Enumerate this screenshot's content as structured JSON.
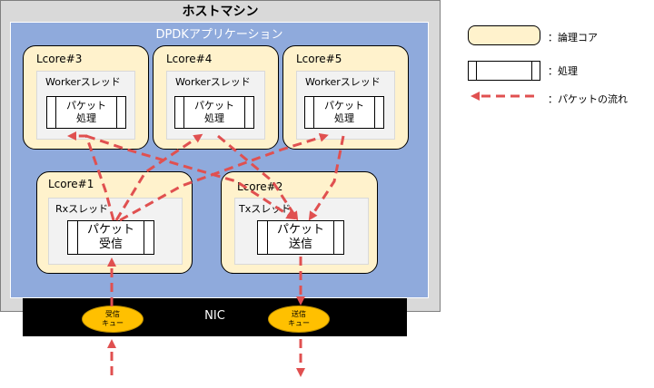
{
  "host_title": "ホストマシン",
  "app_title": "DPDKアプリケーション",
  "lcores": {
    "l3": {
      "label": "Lcore#3",
      "thread": "Workerスレッド",
      "proc": "パケット\n処理"
    },
    "l4": {
      "label": "Lcore#4",
      "thread": "Workerスレッド",
      "proc": "パケット\n処理"
    },
    "l5": {
      "label": "Lcore#5",
      "thread": "Workerスレッド",
      "proc": "パケット\n処理"
    },
    "l1": {
      "label": "Lcore#1",
      "thread": "Rxスレッド",
      "proc": "パケット\n受信"
    },
    "l2": {
      "label": "Lcore#2",
      "thread": "Txスレッド",
      "proc": "パケット\n送信"
    }
  },
  "nic": {
    "label": "NIC",
    "rx_queue": "受信\nキュー",
    "tx_queue": "送信\nキュー"
  },
  "legend": {
    "core": "：論理コア",
    "process": "：処理",
    "flow": "：パケットの流れ"
  },
  "colors": {
    "host_bg": "#d9d9d9",
    "app_bg": "#8faadc",
    "core_bg": "#fff2cc",
    "queue": "#ffc000",
    "arrow": "#e05050"
  }
}
